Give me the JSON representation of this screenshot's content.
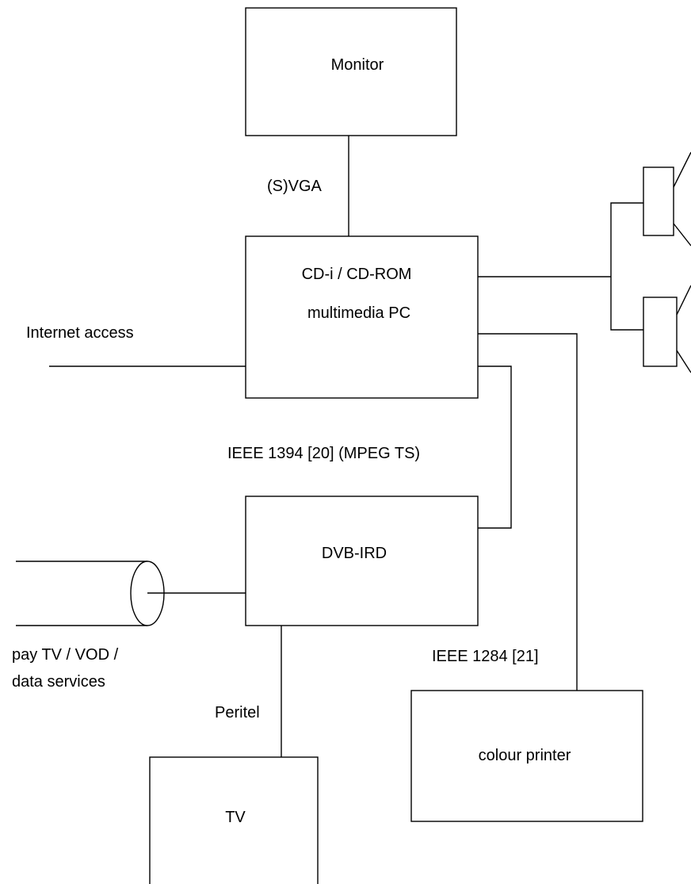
{
  "nodes": {
    "monitor": "Monitor",
    "pc_line1": "CD-i / CD-ROM",
    "pc_line2": "multimedia PC",
    "ird": "DVB-IRD",
    "tv": "TV",
    "printer": "colour printer"
  },
  "links": {
    "svga": "(S)VGA",
    "internet": "Internet access",
    "ieee1394": "IEEE 1394 [20] (MPEG TS)",
    "ieee1284": "IEEE 1284 [21]",
    "peritel": "Peritel",
    "cable_line1": "pay TV / VOD /",
    "cable_line2": "data services"
  }
}
